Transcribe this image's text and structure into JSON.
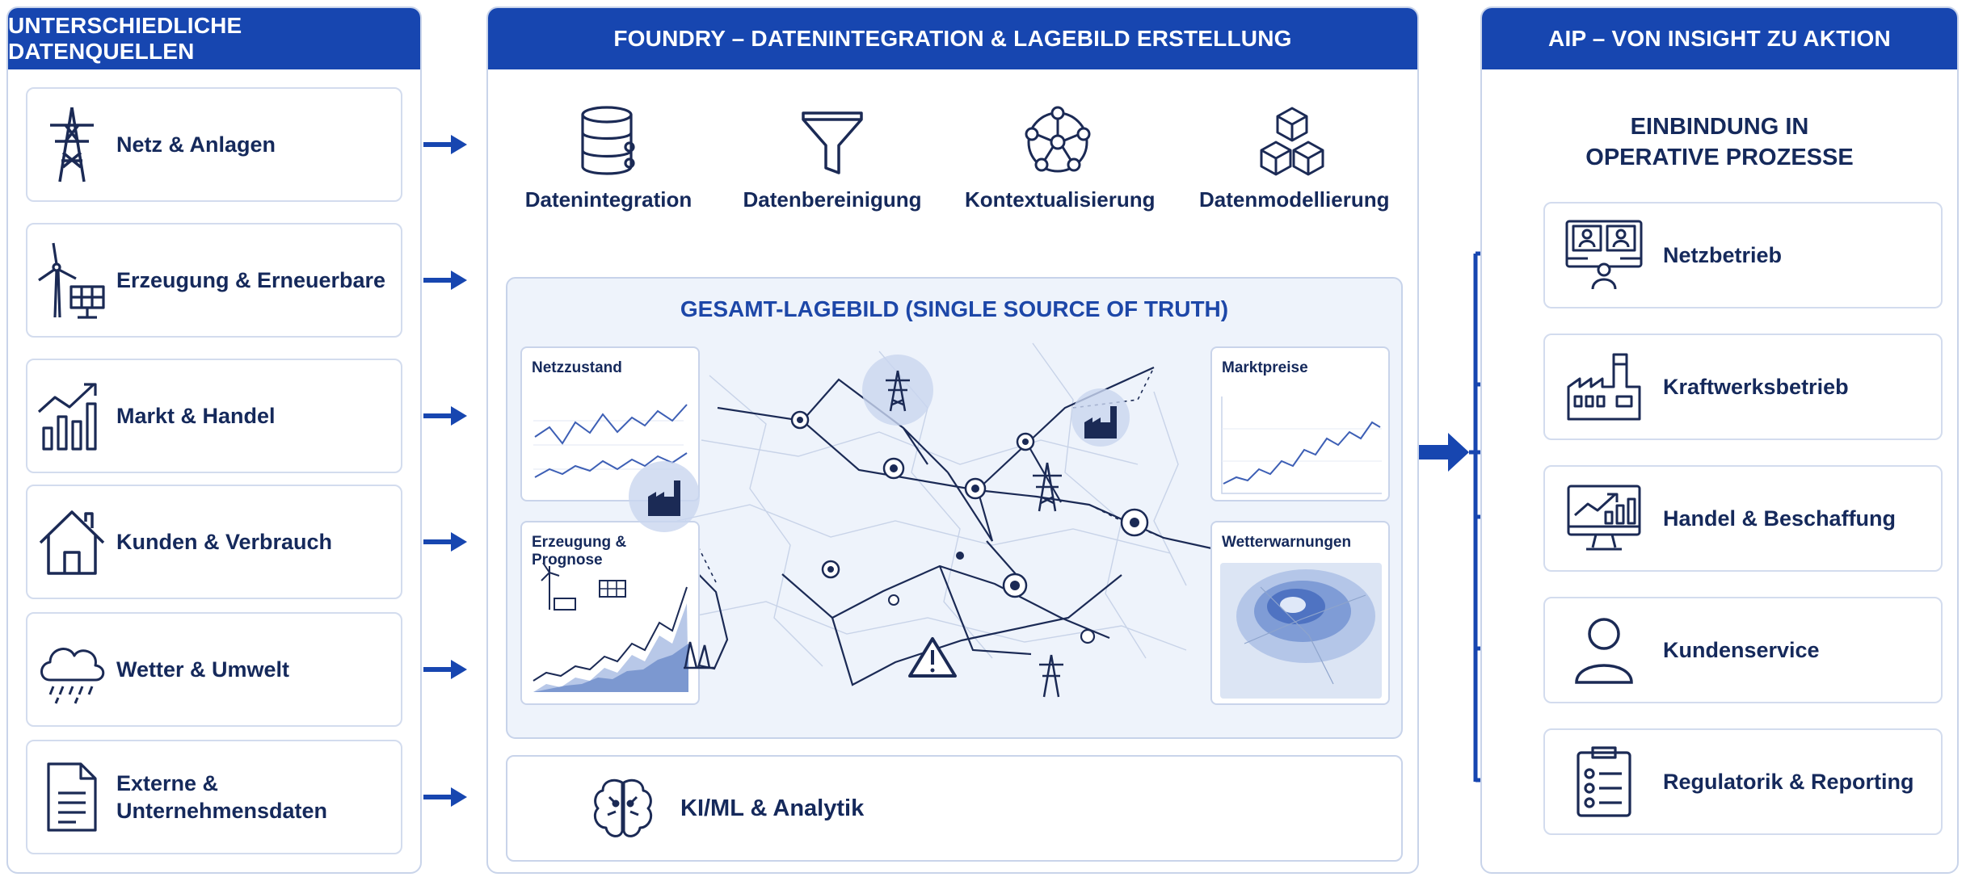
{
  "sources": {
    "title": "UNTERSCHIEDLICHE DATENQUELLEN",
    "items": [
      {
        "label": "Netz & Anlagen",
        "icon": "power-tower-icon"
      },
      {
        "label": "Erzeugung & Erneuerbare",
        "icon": "wind-solar-icon"
      },
      {
        "label": "Markt & Handel",
        "icon": "chart-growth-icon"
      },
      {
        "label": "Kunden & Verbrauch",
        "icon": "house-icon"
      },
      {
        "label": "Wetter & Umwelt",
        "icon": "cloud-rain-icon"
      },
      {
        "label": "Externe &\nUnternehmensdaten",
        "icon": "document-icon"
      }
    ]
  },
  "foundry": {
    "title": "FOUNDRY – DATENINTEGRATION & LAGEBILD ERSTELLUNG",
    "steps": [
      {
        "label": "Datenintegration",
        "icon": "database-icon"
      },
      {
        "label": "Datenbereinigung",
        "icon": "funnel-icon"
      },
      {
        "label": "Kontextualisierung",
        "icon": "network-icon"
      },
      {
        "label": "Datenmodellierung",
        "icon": "cubes-icon"
      }
    ],
    "lagebild": {
      "title": "GESAMT-LAGEBILD (SINGLE SOURCE OF TRUTH)",
      "panels": {
        "netzzustand": "Netzzustand",
        "erzeugung": "Erzeugung & Prognose",
        "marktpreise": "Marktpreise",
        "wetterwarnungen": "Wetterwarnungen"
      }
    },
    "analytics": {
      "label": "KI/ML & Analytik",
      "icon": "brain-icon"
    }
  },
  "aip": {
    "title": "AIP – VON INSIGHT ZU AKTION",
    "subtitle": "EINBINDUNG IN\nOPERATIVE PROZESSE",
    "items": [
      {
        "label": "Netzbetrieb",
        "icon": "control-room-icon"
      },
      {
        "label": "Kraftwerksbetrieb",
        "icon": "factory-icon"
      },
      {
        "label": "Handel & Beschaffung",
        "icon": "monitor-chart-icon"
      },
      {
        "label": "Kundenservice",
        "icon": "person-icon"
      },
      {
        "label": "Regulatorik & Reporting",
        "icon": "clipboard-icon"
      }
    ]
  },
  "colors": {
    "primary": "#1746b0",
    "text": "#15295b",
    "border": "#c9d4ea",
    "map_bg": "#eef3fb"
  }
}
